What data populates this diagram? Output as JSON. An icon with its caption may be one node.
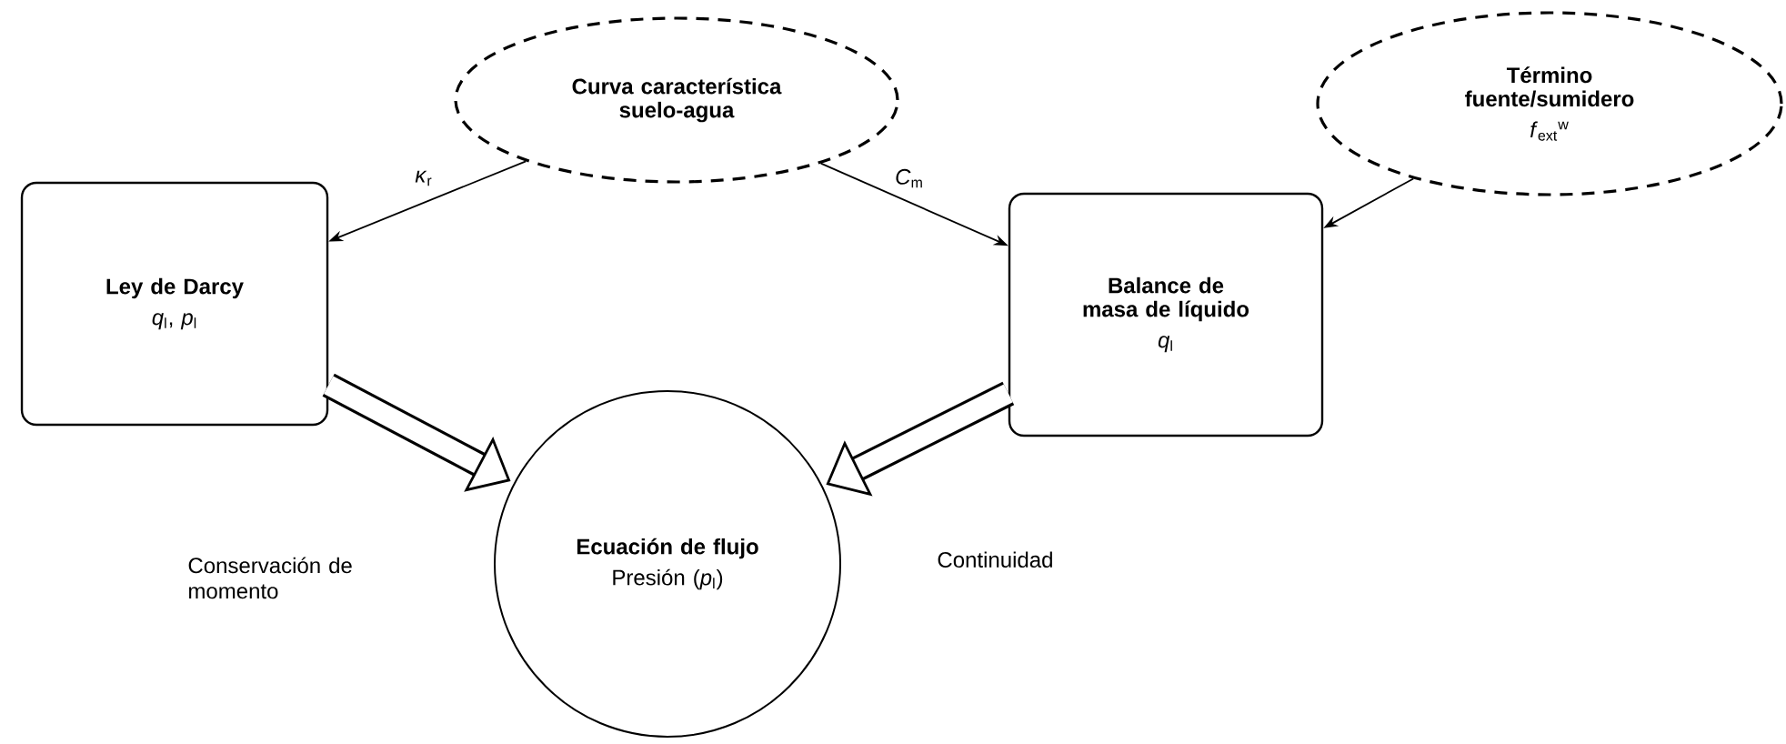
{
  "diagram": {
    "nodes": [
      {
        "text": [
          "Curva característica suelo-agua"
        ]
      },
      {
        "text": [
          "Término fuente/sumidero",
          "*f*$_{ext}$$^{w}$"
        ]
      },
      {
        "text": [
          "Ley de Darcy",
          "*q*$_{l}$, *p*$_{l}$"
        ]
      },
      {
        "text": [
          "Balance de masa de líquido",
          "*q*$_{l}$"
        ]
      },
      {
        "text": [
          "Ecuación de flujo",
          "Presión (*p*$_{l}$)"
        ]
      }
    ],
    "edges": [
      {
        "from": 0,
        "to": 2,
        "arrow": "to",
        "label": "*κ*$_{r}$"
      },
      {
        "from": 0,
        "to": 3,
        "arrow": "to",
        "label": "*C*$_{m}$"
      },
      {
        "from": 1,
        "to": 3,
        "arrow": "to"
      },
      {
        "from": 2,
        "to": 4,
        "arrow": "to",
        "style": "thick"
      },
      {
        "from": 3,
        "to": 4,
        "arrow": "to",
        "style": "thick"
      }
    ],
    "labels": [
      "Conservación de momento",
      "Continuidad"
    ]
  }
}
